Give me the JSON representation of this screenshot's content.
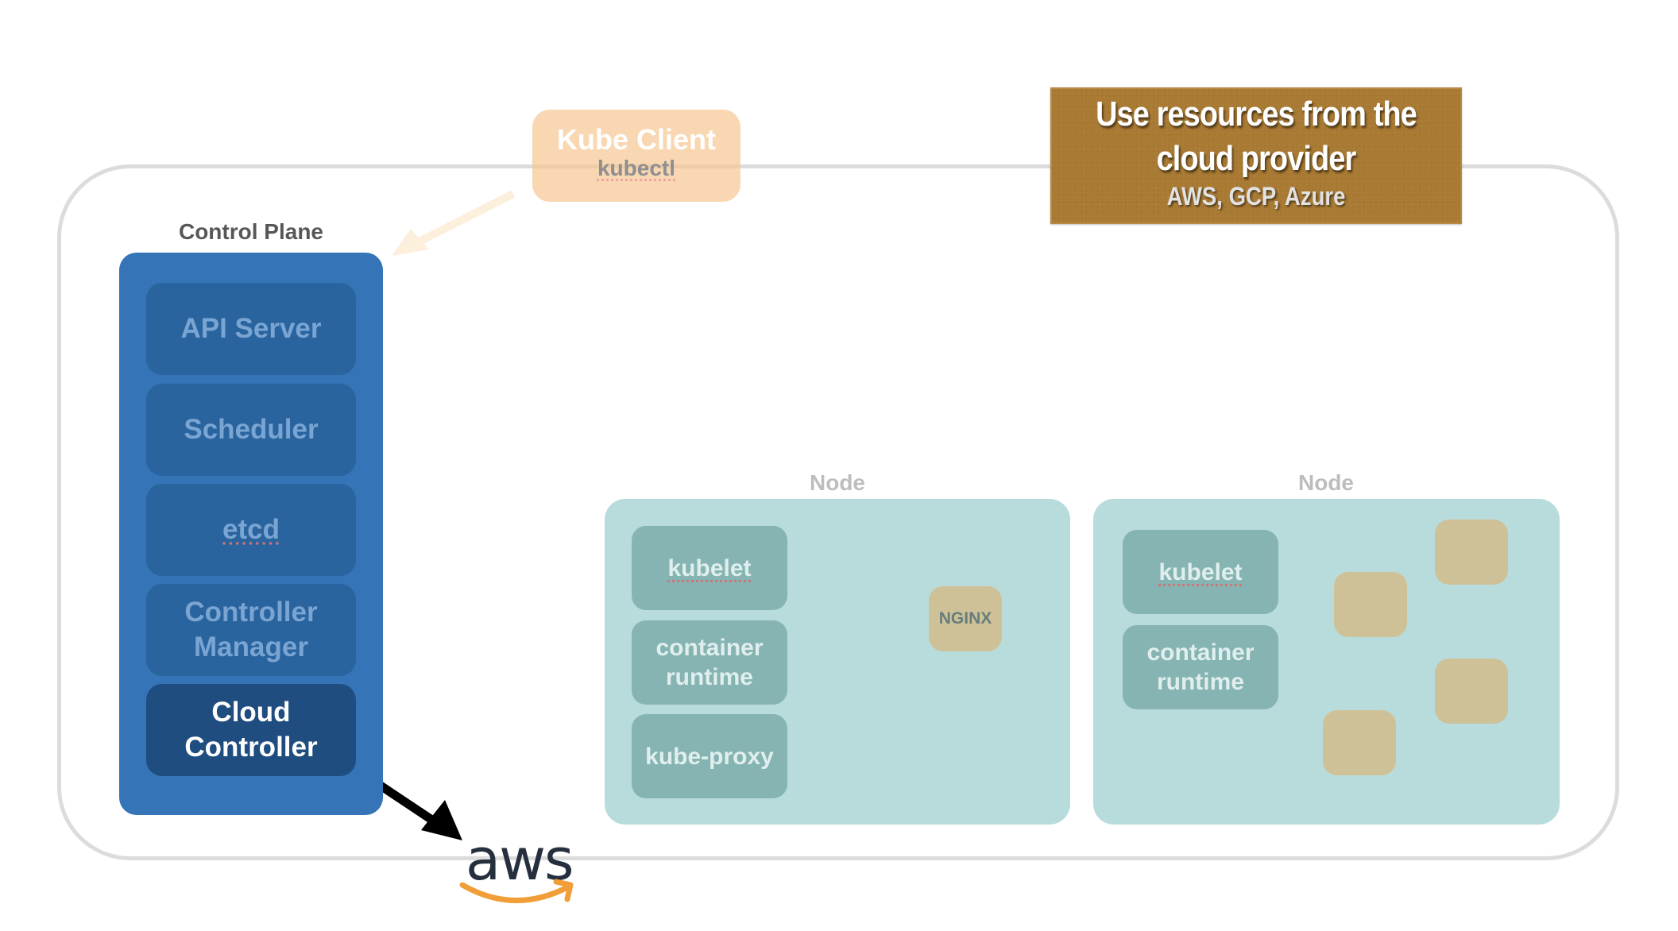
{
  "kube_client": {
    "title": "Kube Client",
    "subtitle": "kubectl"
  },
  "callout": {
    "line1": "Use resources from the",
    "line2": "cloud provider",
    "sub": "AWS, GCP, Azure"
  },
  "control_plane": {
    "label": "Control Plane",
    "components": [
      {
        "label": "API Server",
        "highlighted": false
      },
      {
        "label": "Scheduler",
        "highlighted": false
      },
      {
        "label": "etcd",
        "highlighted": false
      },
      {
        "label": "Controller Manager",
        "line1": "Controller",
        "line2": "Manager",
        "highlighted": false
      },
      {
        "label": "Cloud Controller",
        "line1": "Cloud",
        "line2": "Controller",
        "highlighted": true
      }
    ]
  },
  "nodes": [
    {
      "label": "Node",
      "components": [
        {
          "label": "kubelet"
        },
        {
          "label": "container runtime",
          "line1": "container",
          "line2": "runtime"
        },
        {
          "label": "kube-proxy"
        }
      ],
      "pods": [
        {
          "label": "NGINX"
        }
      ]
    },
    {
      "label": "Node",
      "components": [
        {
          "label": "kubelet"
        },
        {
          "label": "container runtime",
          "line1": "container",
          "line2": "runtime"
        }
      ],
      "pods": [
        {
          "label": ""
        },
        {
          "label": ""
        },
        {
          "label": ""
        },
        {
          "label": ""
        }
      ]
    }
  ],
  "cloud_provider": {
    "logo": "aws",
    "name": "AWS"
  },
  "colors": {
    "control_plane": "#3474b7",
    "control_item": "#2a649f",
    "control_item_active": "#1f4d7f",
    "node": "#b8dcdb",
    "node_item": "#85b4b2",
    "pod": "#cfc197",
    "kube_client": "#f8d7b2",
    "callout": "#a97a33",
    "aws_text": "#252f3e",
    "aws_smile": "#f19e38"
  }
}
